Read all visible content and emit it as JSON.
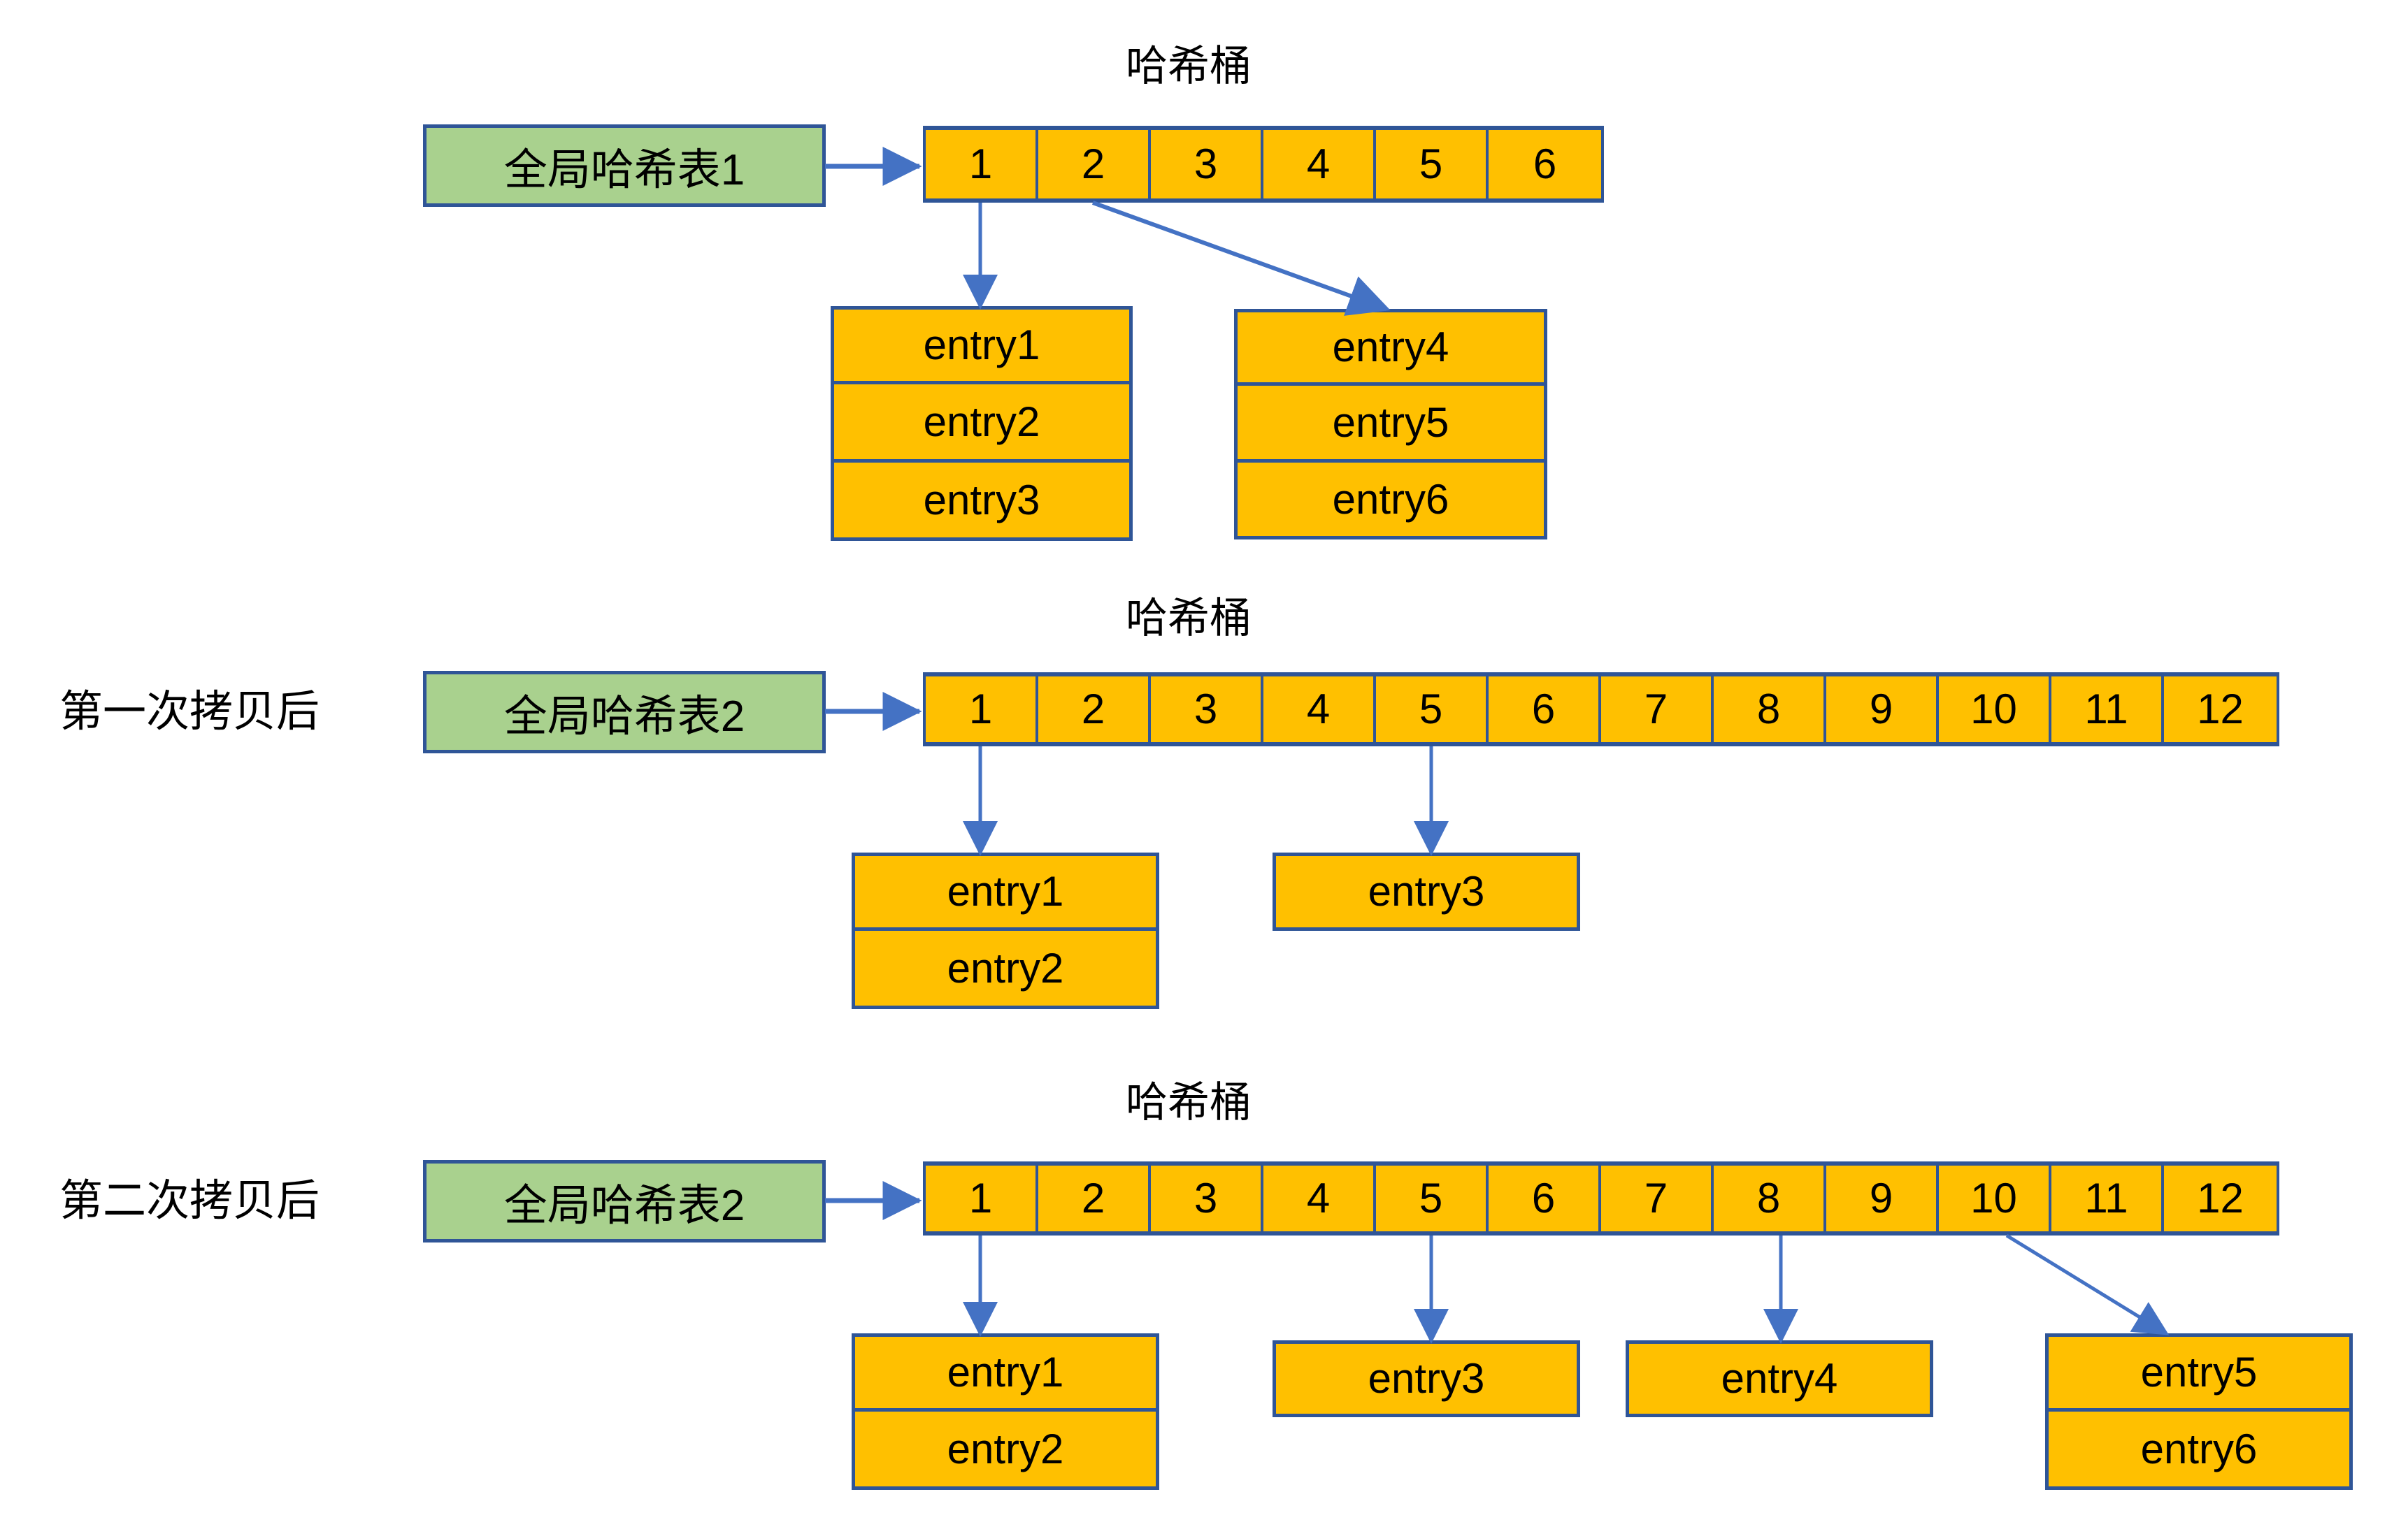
{
  "diagram": {
    "title_text": "哈希桶",
    "colors": {
      "bucket_fill": "#FFC000",
      "table_fill": "#A9D18E",
      "border": "#2F5597",
      "arrow": "#4472C4",
      "text": "#000000",
      "background": "#FFFFFF"
    },
    "sections": [
      {
        "id": "initial",
        "caption": "",
        "bucket_title": "哈希桶",
        "table_label": "全局哈希表1",
        "bucket_cells": [
          "1",
          "2",
          "3",
          "4",
          "5",
          "6"
        ],
        "chains": [
          {
            "from_cell": "1",
            "entries": [
              "entry1",
              "entry2",
              "entry3"
            ]
          },
          {
            "from_cell": "2",
            "entries": [
              "entry4",
              "entry5",
              "entry6"
            ]
          }
        ]
      },
      {
        "id": "after-first-copy",
        "caption": "第一次拷贝后",
        "bucket_title": "哈希桶",
        "table_label": "全局哈希表2",
        "bucket_cells": [
          "1",
          "2",
          "3",
          "4",
          "5",
          "6",
          "7",
          "8",
          "9",
          "10",
          "11",
          "12"
        ],
        "chains": [
          {
            "from_cell": "1",
            "entries": [
              "entry1",
              "entry2"
            ]
          },
          {
            "from_cell": "5",
            "entries": [
              "entry3"
            ]
          }
        ]
      },
      {
        "id": "after-second-copy",
        "caption": "第二次拷贝后",
        "bucket_title": "哈希桶",
        "table_label": "全局哈希表2",
        "bucket_cells": [
          "1",
          "2",
          "3",
          "4",
          "5",
          "6",
          "7",
          "8",
          "9",
          "10",
          "11",
          "12"
        ],
        "chains": [
          {
            "from_cell": "1",
            "entries": [
              "entry1",
              "entry2"
            ]
          },
          {
            "from_cell": "5",
            "entries": [
              "entry3"
            ]
          },
          {
            "from_cell": "8",
            "entries": [
              "entry4"
            ]
          },
          {
            "from_cell": "10",
            "entries": [
              "entry5",
              "entry6"
            ]
          }
        ]
      }
    ]
  }
}
